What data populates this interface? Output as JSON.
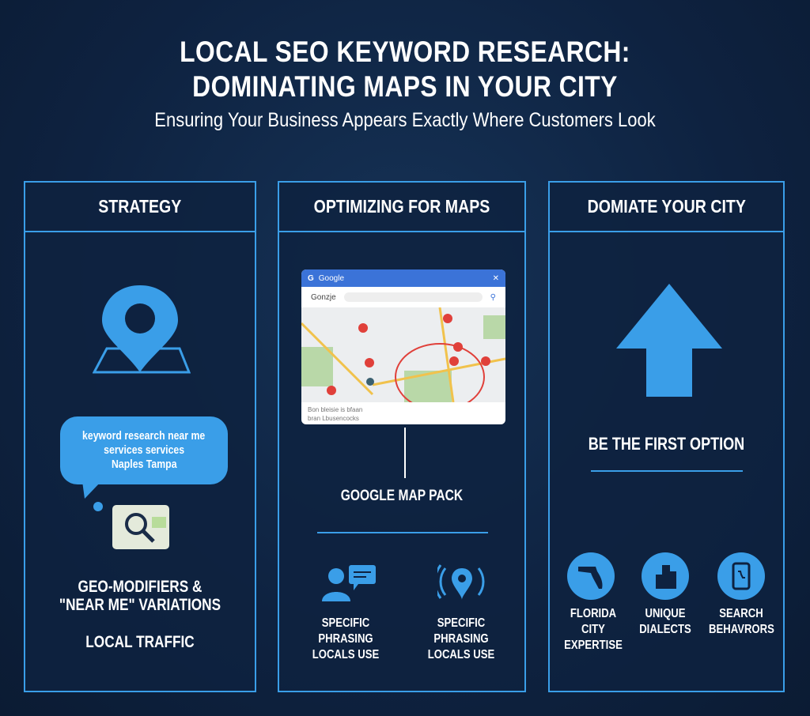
{
  "header": {
    "title_line1": "LOCAL SEO KEYWORD RESEARCH:",
    "title_line2": "DOMINATING MAPS IN YOUR CITY",
    "subtitle": "Ensuring Your Business Appears Exactly Where Customers Look"
  },
  "panels": [
    {
      "title": "STRATEGY",
      "bubble_text": [
        "keyword research near me",
        "services services",
        "Naples Tampa"
      ],
      "label1_line1": "GEO-MODIFIERS &",
      "label1_line2": "\"NEAR ME\" VARIATIONS",
      "label2": "LOCAL TRAFFIC"
    },
    {
      "title": "OPTIMIZING FOR MAPS",
      "map_window_title": "Google",
      "map_logo": "Gonzje",
      "map_footer_line1": "Bon bleisie is bfaan",
      "map_footer_line2": "bran Lbusencocks",
      "map_label": "GOOGLE MAP PACK",
      "items": [
        {
          "icon": "user-chat-icon",
          "line1": "SPECIFIC PHRASING",
          "line2": "LOCALS USE"
        },
        {
          "icon": "location-signal-icon",
          "line1": "SPECIFIC PHRASING",
          "line2": "LOCALS USE"
        }
      ]
    },
    {
      "title": "DOMIATE YOUR CITY",
      "label": "BE THE FIRST OPTION",
      "items": [
        {
          "icon": "florida-icon",
          "line1": "FLORIDA CITY",
          "line2": "EXPERTISE"
        },
        {
          "icon": "buildings-icon",
          "line1": "UNIQUE",
          "line2": "DIALECTS"
        },
        {
          "icon": "phone-icon",
          "line1": "SEARCH",
          "line2": "BEHAVRORS"
        }
      ]
    }
  ],
  "colors": {
    "background": "#0e2240",
    "accent": "#3a9ee8",
    "pin_red": "#e0403a"
  }
}
